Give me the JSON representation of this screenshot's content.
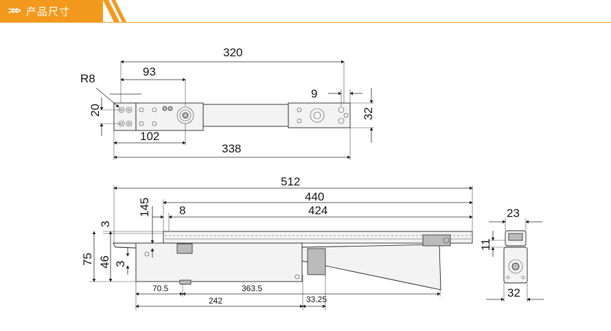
{
  "header": {
    "title": "产品尺寸",
    "icon": "chevrons-right-icon",
    "accent_color": "#f39a1e"
  },
  "top_view": {
    "dims": {
      "d320": "320",
      "d93": "93",
      "r8": "R8",
      "d9": "9",
      "d20": "20",
      "d32": "32",
      "d102": "102",
      "d338": "338"
    }
  },
  "side_view": {
    "dims": {
      "d512": "512",
      "d440": "440",
      "d8": "8",
      "d424": "424",
      "d145": "145",
      "d3a": "3",
      "d75": "75",
      "d46": "46",
      "d3b": "3",
      "d70_5": "70.5",
      "d363_5": "363.5",
      "d242": "242",
      "d33_25": "33.25"
    }
  },
  "end_view": {
    "dims": {
      "d23": "23",
      "d11": "11",
      "d32": "32"
    }
  }
}
